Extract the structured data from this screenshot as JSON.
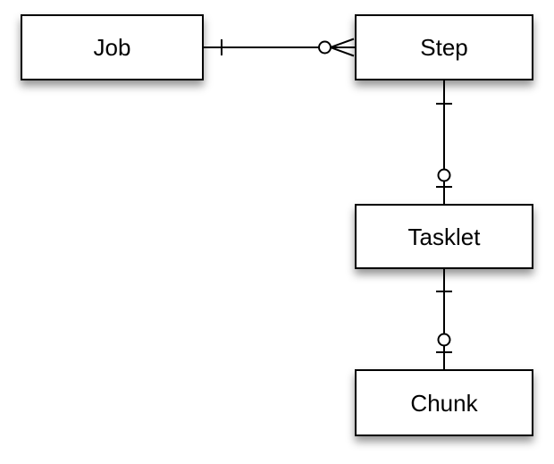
{
  "diagram": {
    "entities": [
      {
        "label": "Job"
      },
      {
        "label": "Step"
      },
      {
        "label": "Tasklet"
      },
      {
        "label": "Chunk"
      }
    ],
    "relationships": [
      {
        "from": "Job",
        "to": "Step",
        "from_cardinality": "exactly-one",
        "to_cardinality": "zero-or-many",
        "notation": "crows-foot"
      },
      {
        "from": "Step",
        "to": "Tasklet",
        "from_cardinality": "exactly-one",
        "to_cardinality": "zero-or-one",
        "notation": "crows-foot"
      },
      {
        "from": "Tasklet",
        "to": "Chunk",
        "from_cardinality": "exactly-one",
        "to_cardinality": "zero-or-one",
        "notation": "crows-foot"
      }
    ],
    "colors": {
      "background": "#ffffff",
      "box_fill": "#ffffff",
      "line": "#000000",
      "text": "#000000"
    }
  }
}
